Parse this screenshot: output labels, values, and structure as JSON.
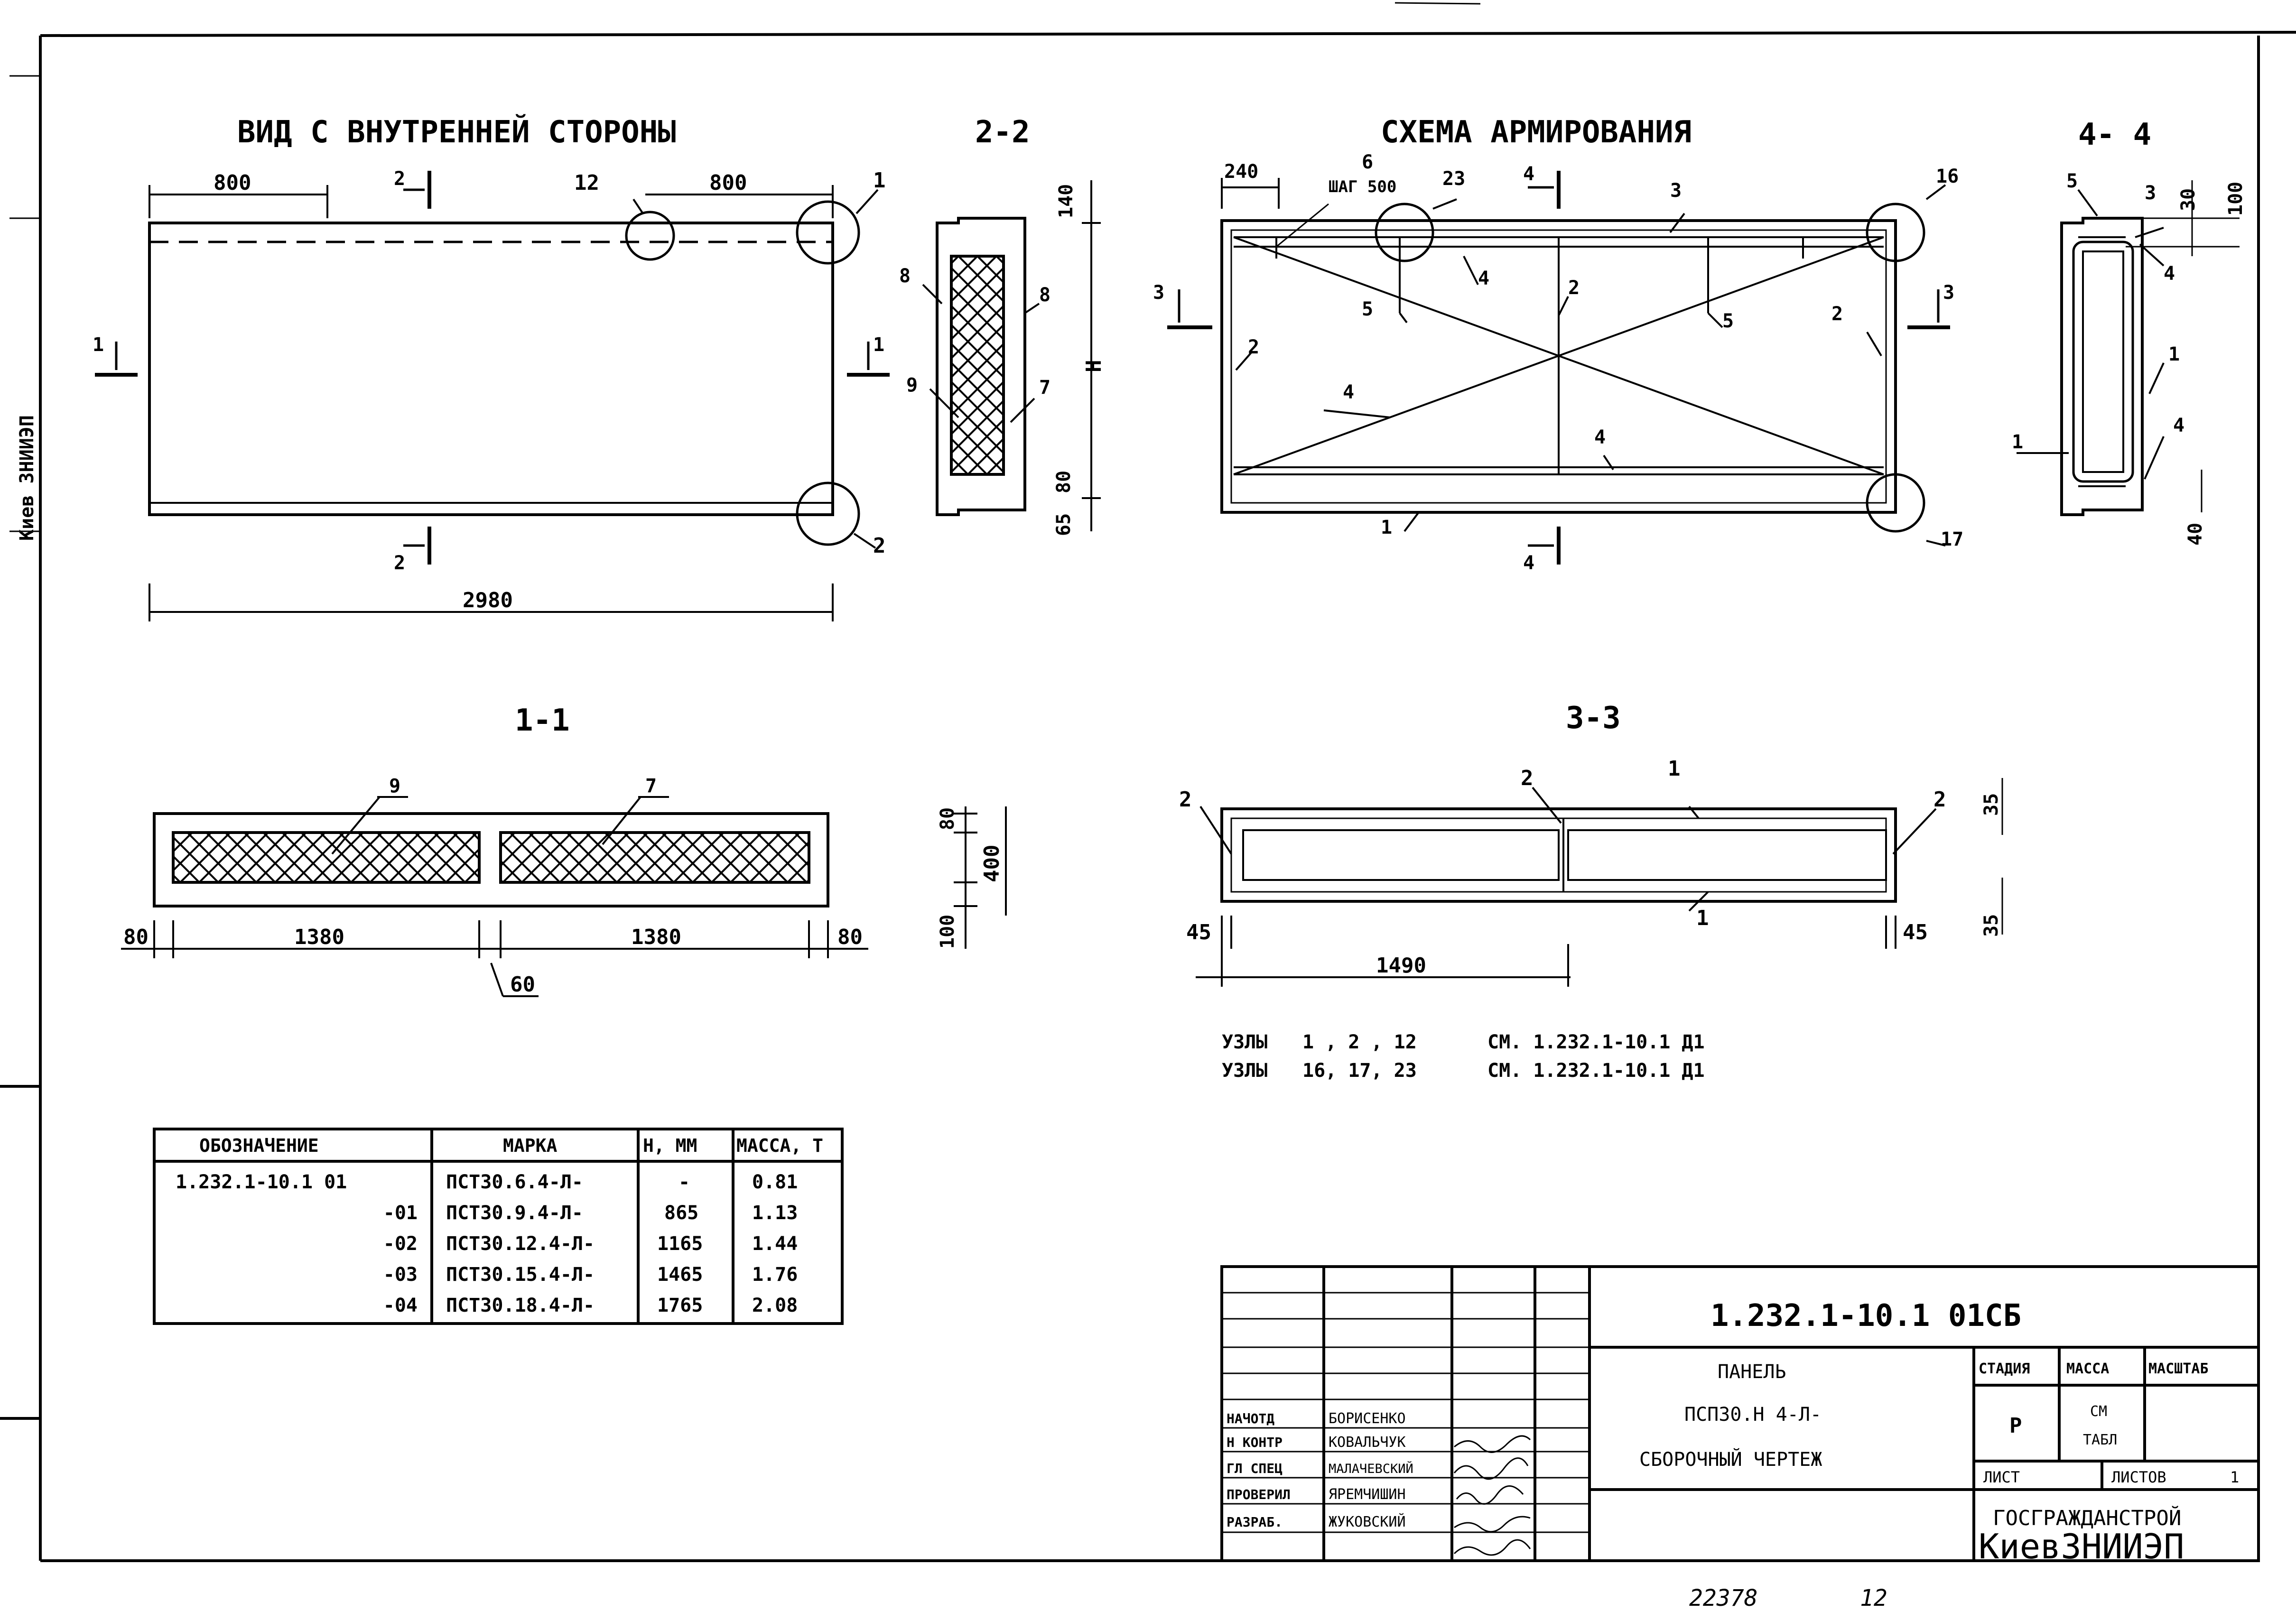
{
  "views": {
    "inner_view": {
      "title": "ВИД С ВНУТРЕННЕЙ СТОРОНЫ",
      "dims": {
        "left_offset": "800",
        "right_offset": "800",
        "total_length": "2980"
      },
      "node_labels": [
        "12",
        "1",
        "2"
      ],
      "section_marks": {
        "s1": "1",
        "s2": "2"
      }
    },
    "section_2_2": {
      "title": "2-2",
      "dims": {
        "top": "140",
        "height": "H",
        "bottom_a": "80",
        "bottom_b": "65"
      },
      "leaders": [
        "8",
        "8",
        "9",
        "7"
      ]
    },
    "reinforcement": {
      "title": "СХЕМА АРМИРОВАНИЯ",
      "dims": {
        "edge": "240",
        "step_label": "6",
        "step_text": "ШАГ 500"
      },
      "leaders": [
        "23",
        "3",
        "16",
        "4",
        "2",
        "5",
        "5",
        "2",
        "2",
        "4",
        "4",
        "1",
        "17"
      ],
      "section_marks": {
        "s3": "3",
        "s4": "4"
      }
    },
    "section_4_4": {
      "title": "4- 4",
      "dims": {
        "d30": "30",
        "d100": "100",
        "d40": "40"
      },
      "leaders": [
        "5",
        "3",
        "4",
        "1",
        "1",
        "4"
      ]
    },
    "section_1_1": {
      "title": "1-1",
      "dims": {
        "left": "80",
        "span1": "1380",
        "span2": "1380",
        "right": "80",
        "gap": "60",
        "top": "80",
        "height": "400",
        "bottom": "100"
      },
      "leaders": [
        "9",
        "7"
      ]
    },
    "section_3_3": {
      "title": "3-3",
      "dims": {
        "left": "45",
        "right": "45",
        "span": "1490",
        "top": "35",
        "bottom": "35"
      },
      "leaders": [
        "2",
        "2",
        "1",
        "2",
        "1"
      ]
    }
  },
  "notes": [
    {
      "label": "УЗЛЫ",
      "nodes": "1 , 2 , 12",
      "ref": "СМ. 1.232.1-10.1 Д1"
    },
    {
      "label": "УЗЛЫ",
      "nodes": "16, 17, 23",
      "ref": "СМ. 1.232.1-10.1 Д1"
    }
  ],
  "spec_table": {
    "headers": [
      "ОБОЗНАЧЕНИЕ",
      "МАРКА",
      "Н, ММ",
      "МАССА, Т"
    ],
    "rows": [
      [
        "1.232.1-10.1 01",
        "ПСТ30.6.4-Л-",
        "-",
        "0.81"
      ],
      [
        "-01",
        "ПСТ30.9.4-Л-",
        "865",
        "1.13"
      ],
      [
        "-02",
        "ПСТ30.12.4-Л-",
        "1165",
        "1.44"
      ],
      [
        "-03",
        "ПСТ30.15.4-Л-",
        "1465",
        "1.76"
      ],
      [
        "-04",
        "ПСТ30.18.4-Л-",
        "1765",
        "2.08"
      ]
    ]
  },
  "title_block": {
    "doc_code": "1.232.1-10.1 01СБ",
    "name_line1": "ПАНЕЛЬ",
    "name_line2": "ПСП30.Н 4-Л-",
    "name_line3": "СБОРОЧНЫЙ ЧЕРТЕЖ",
    "stage_header": "СТАДИЯ",
    "mass_header": "МАССА",
    "scale_header": "МАСШТАБ",
    "stage_value": "Р",
    "mass_value_1": "СМ",
    "mass_value_2": "ТАБЛ",
    "sheet_label": "ЛИСТ",
    "sheets_label": "ЛИСТОВ",
    "sheets_value": "1",
    "org_line1": "ГОСГРАЖДАНСТРОЙ",
    "org_line2": "КиевЗНИИЭП",
    "signatures": [
      {
        "role": "НАЧОТД",
        "name": "БОРИСЕНКО"
      },
      {
        "role": "Н КОНТР",
        "name": "КОВАЛЬЧУК"
      },
      {
        "role": "ГЛ СПЕЦ",
        "name": "МАЛАЧЕВСКИЙ"
      },
      {
        "role": "ПРОВЕРИЛ",
        "name": "ЯРЕМЧИШИН"
      },
      {
        "role": "РАЗРАБ.",
        "name": "ЖУКОВСКИЙ"
      }
    ]
  },
  "margin_stamp": "Киев ЗНИИЭП",
  "footer": {
    "archive_no": "22378",
    "page_no": "12"
  }
}
